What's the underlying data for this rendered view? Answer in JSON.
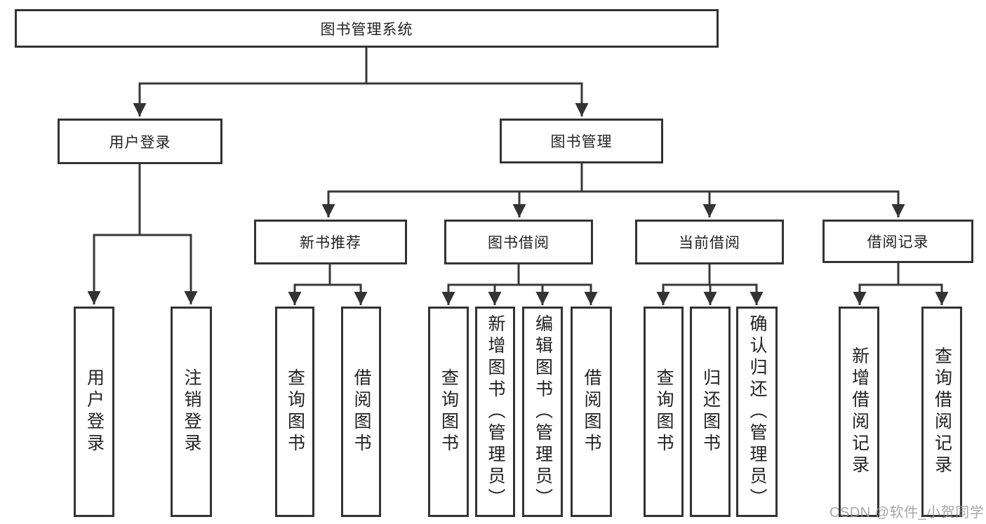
{
  "tree": {
    "root": "图书管理系统",
    "login_branch": {
      "label": "用户登录",
      "children": [
        "用户登录",
        "注销登录"
      ]
    },
    "mgmt_branch": {
      "label": "图书管理",
      "groups": [
        {
          "label": "新书推荐",
          "children": [
            "查询图书",
            "借阅图书"
          ]
        },
        {
          "label": "图书借阅",
          "children": [
            "查询图书",
            "新增图书（管理员）",
            "编辑图书（管理员）",
            "借阅图书"
          ]
        },
        {
          "label": "当前借阅",
          "children": [
            "查询图书",
            "归还图书",
            "确认归还（管理员）"
          ]
        },
        {
          "label": "借阅记录",
          "children": [
            "新增借阅记录",
            "查询借阅记录"
          ]
        }
      ]
    }
  },
  "watermark": "CSDN @软件_小贺同学"
}
